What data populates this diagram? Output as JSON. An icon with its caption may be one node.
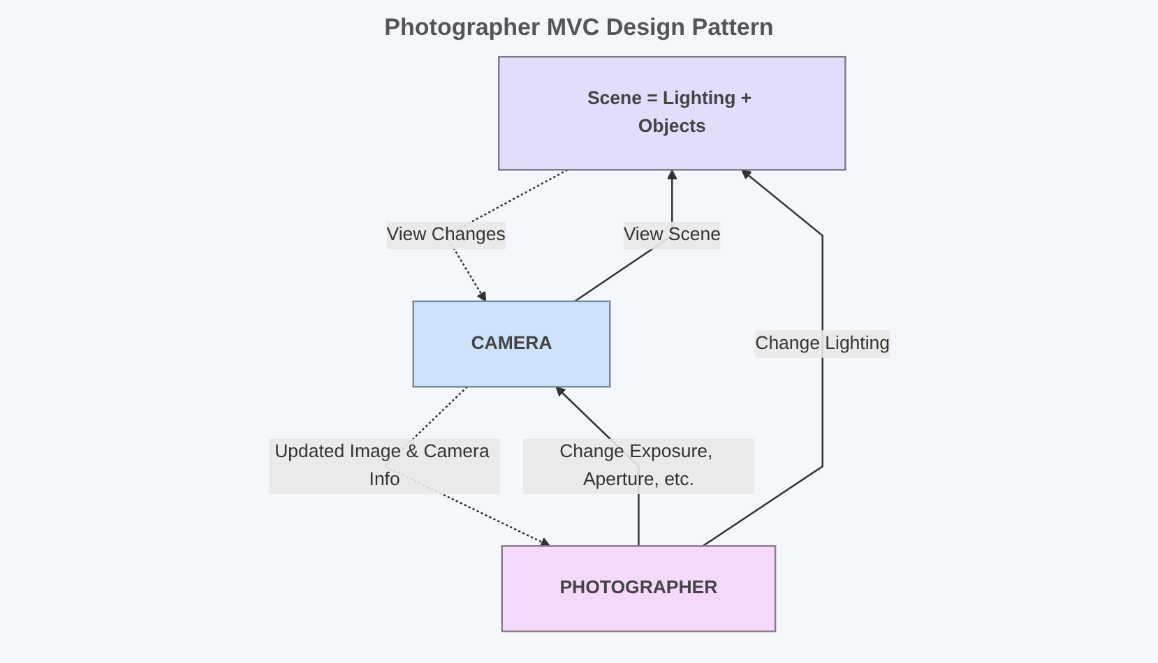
{
  "diagram": {
    "title": "Photographer MVC Design Pattern",
    "nodes": [
      {
        "text": [
          "Scene = Lighting + Objects"
        ]
      },
      {
        "text": [
          "CAMERA"
        ]
      },
      {
        "text": [
          "PHOTOGRAPHER"
        ]
      }
    ],
    "edges": [
      {
        "from": 1,
        "to": 0,
        "arrow": "to",
        "label": "View Scene"
      },
      {
        "from": 0,
        "to": 1,
        "arrow": "to",
        "label": "View Changes",
        "style": "dashed"
      },
      {
        "from": 2,
        "to": 0,
        "arrow": "to",
        "label": "Change Lighting"
      },
      {
        "from": 2,
        "to": 1,
        "arrow": "to",
        "label": "Change Exposure, Aperture, etc."
      },
      {
        "from": 1,
        "to": 2,
        "arrow": "to",
        "label": "Updated Image & Camera Info",
        "style": "dashed"
      }
    ]
  }
}
